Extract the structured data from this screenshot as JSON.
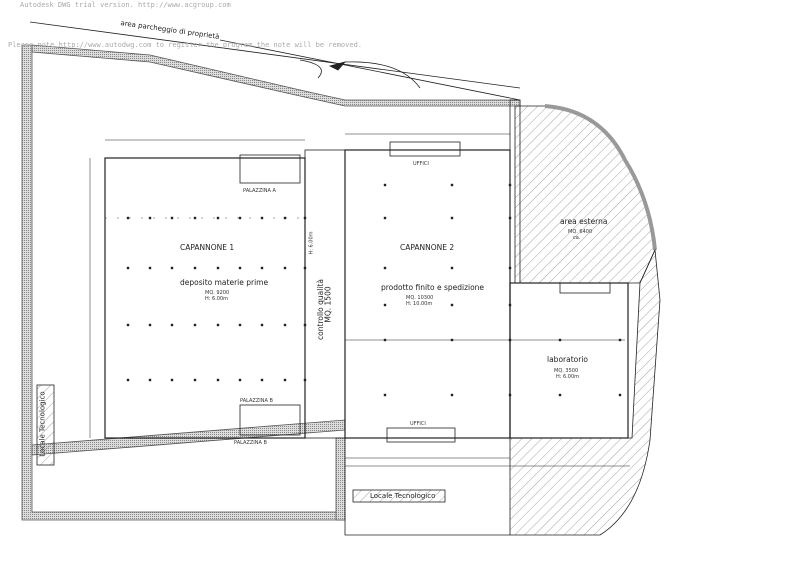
{
  "watermark": {
    "line1": "Autodesk DWG trial version. http://www.acgroup.com",
    "line2": "Please note http://www.autodwg.com to register the program,the note will be removed."
  },
  "labels": {
    "parking": "area parcheggio di proprietà",
    "capannone1": {
      "name": "CAPANNONE 1",
      "use": "deposito materie prime",
      "area": "MQ. 9200",
      "height": "H: 6.00m"
    },
    "controllo": {
      "name": "controllo qualità",
      "area": "MQ. 1500",
      "height": "H: 6.00m"
    },
    "capannone2": {
      "name": "CAPANNONE 2",
      "use": "prodotto finito e spedizione",
      "area": "MQ. 10300",
      "height": "H: 10.00m"
    },
    "esterna": {
      "name": "area esterna",
      "area": "MQ. 6400",
      "note": "ca."
    },
    "laboratorio": {
      "name": "laboratorio",
      "area": "MQ. 3500",
      "height": "H: 6.00m"
    },
    "palazzina_a": "PALAZZINA A",
    "palazzina_b": "PALAZZINA B",
    "palazzina_b2": "PALAZZINA B",
    "uffici_top": "UFFICI",
    "uffici_bottom": "UFFICI",
    "locale_bottom": "Locale Tecnologico",
    "locale_left": "Locale Tecnologico"
  },
  "colors": {
    "line": "#222222",
    "hatch": "#777777",
    "watermark": "#aaaaaa"
  }
}
